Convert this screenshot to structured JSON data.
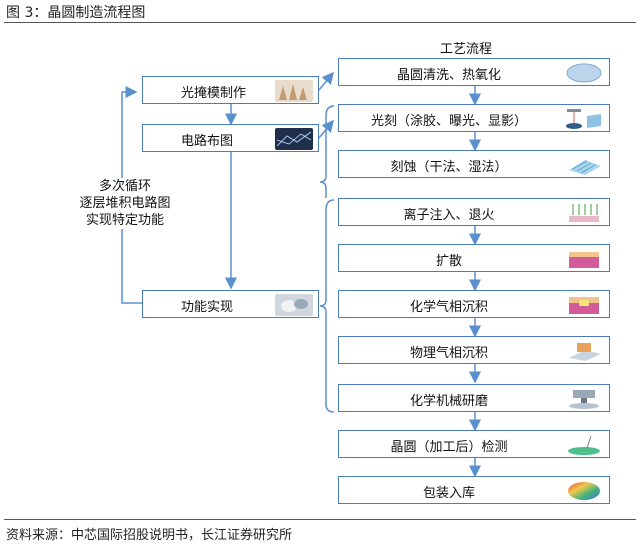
{
  "figure_title": "图 3：晶圆制造流程图",
  "source": "资料来源：中芯国际招股说明书，长江证券研究所",
  "process_title": "工艺流程",
  "cycle_label": [
    "多次循环",
    "逐层堆积电路图",
    "实现特定功能"
  ],
  "left_steps": [
    {
      "label": "光掩模制作",
      "icon": "mask-photo-icon"
    },
    {
      "label": "电路布图",
      "icon": "circuit-layout-icon"
    },
    {
      "label": "功能实现",
      "icon": "function-photo-icon"
    }
  ],
  "right_steps": [
    {
      "label": "晶圆清洗、热氧化",
      "icon": "wafer-disc-icon"
    },
    {
      "label": "光刻（涂胶、曝光、显影）",
      "icon": "lithography-icon"
    },
    {
      "label": "刻蚀（干法、湿法）",
      "icon": "etch-pattern-icon"
    },
    {
      "label": "离子注入、退火",
      "icon": "ion-implant-icon"
    },
    {
      "label": "扩散",
      "icon": "diffusion-layer-icon"
    },
    {
      "label": "化学气相沉积",
      "icon": "cvd-layer-icon"
    },
    {
      "label": "物理气相沉积",
      "icon": "pvd-chamber-icon"
    },
    {
      "label": "化学机械研磨",
      "icon": "cmp-machine-icon"
    },
    {
      "label": "晶圆（加工后）检测",
      "icon": "wafer-inspection-icon"
    },
    {
      "label": "包装入库",
      "icon": "finished-wafer-icon"
    }
  ],
  "colors": {
    "border": "#4a7bbf",
    "arrow": "#5a8fd0"
  }
}
